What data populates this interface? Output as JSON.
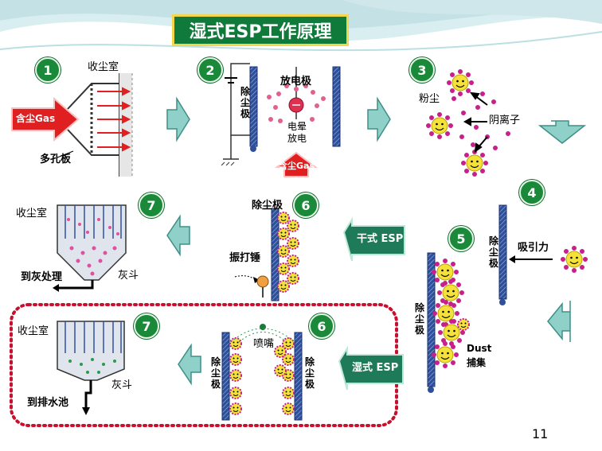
{
  "title": "湿式ESP工作原理",
  "steps": [
    "1",
    "2",
    "3",
    "4",
    "5",
    "6",
    "7",
    "6",
    "7"
  ],
  "labels": {
    "s1_room": "收尘室",
    "s1_gas": "含尘Gas",
    "s1_plate": "多孔板",
    "s2_electrode": "放电极",
    "s2_collector": "除尘极",
    "s2_corona": "电晕放电",
    "s2_gas": "含尘Gas",
    "s3_dust": "粉尘",
    "s3_ion": "阴离子",
    "s4_collector": "除尘极",
    "s4_force": "吸引力",
    "s5_collector": "除尘极",
    "s5_dust": "Dust",
    "s5_capture": "捕集",
    "dry_esp": "干式 ESP",
    "wet_esp": "湿式 ESP",
    "s6_collector": "除尘极",
    "s6_hammer": "振打锤",
    "s7_room": "收尘室",
    "s7_ash_out": "到灰处理",
    "s7_hopper": "灰斗",
    "w6_nozzle": "喷嘴",
    "w6_collector_left": "除尘极",
    "w6_collector_right": "除尘极",
    "w7_room": "收尘室",
    "w7_drain": "到排水池",
    "w7_hopper": "灰斗"
  },
  "page_number": "11",
  "colors": {
    "title_bg": "#0f7a3a",
    "arrow_fill": "#8fd0c8",
    "electrode": "#2e4f9a",
    "gas_arrow": "#e02020",
    "dust": "#f4e23a",
    "ion": "#c8208a",
    "dashed_border": "#c8102e"
  }
}
